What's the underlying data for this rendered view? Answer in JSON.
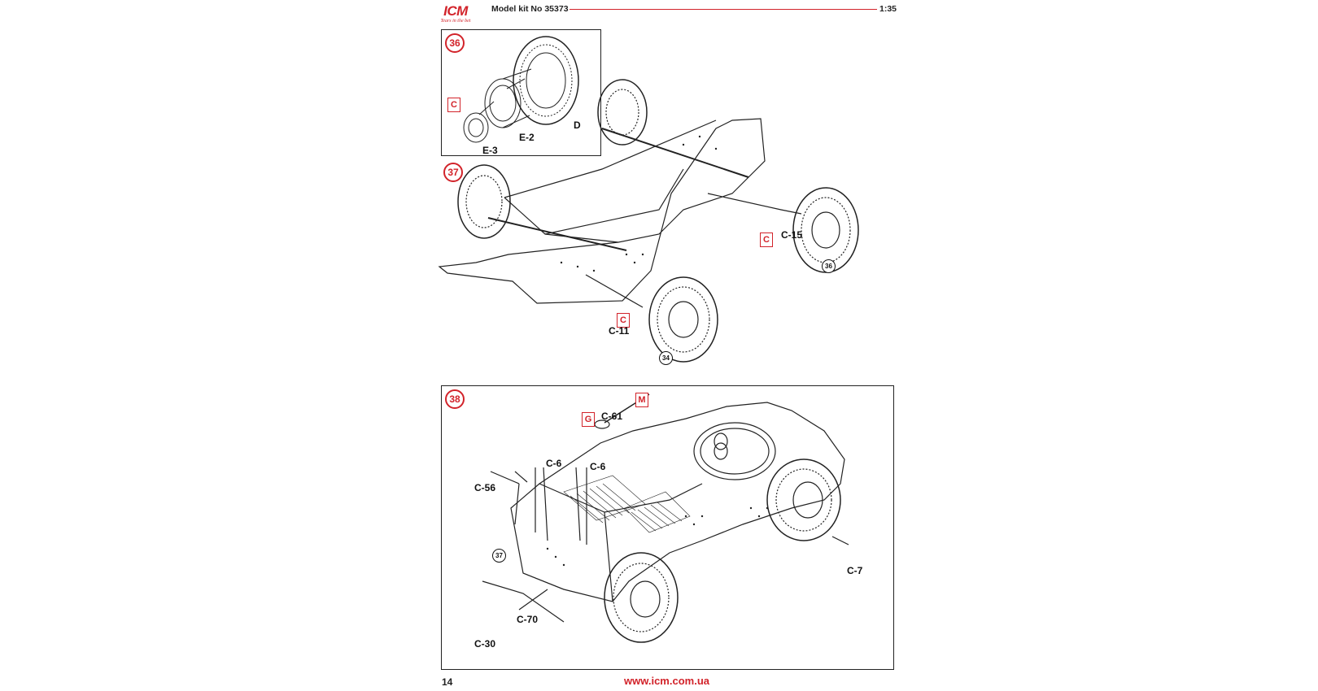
{
  "header": {
    "brand": "ICM",
    "tagline": "Tears in the bet",
    "kit_title": "Model kit No 35373",
    "scale": "1:35"
  },
  "footer": {
    "page_number": "14",
    "website": "www.icm.com.ua"
  },
  "steps": {
    "step36": {
      "number": "36",
      "marks": {
        "c": "C"
      },
      "parts": {
        "e3": "E-3",
        "e2": "E-2",
        "d": "D"
      }
    },
    "step37": {
      "number": "37",
      "marks": {
        "c_upper": "C",
        "c_lower": "C"
      },
      "parts": {
        "c15": "C-15",
        "c11": "C-11"
      },
      "refs": {
        "r36": "36",
        "r34": "34"
      }
    },
    "step38": {
      "number": "38",
      "marks": {
        "m": "M",
        "g": "G"
      },
      "parts": {
        "c61": "C-61",
        "c6a": "C-6",
        "c6b": "C-6",
        "c56": "C-56",
        "c7": "C-7",
        "c70": "C-70",
        "c30": "C-30"
      },
      "refs": {
        "r37": "37"
      }
    }
  },
  "colors": {
    "accent": "#d2232a",
    "line": "#222222"
  }
}
